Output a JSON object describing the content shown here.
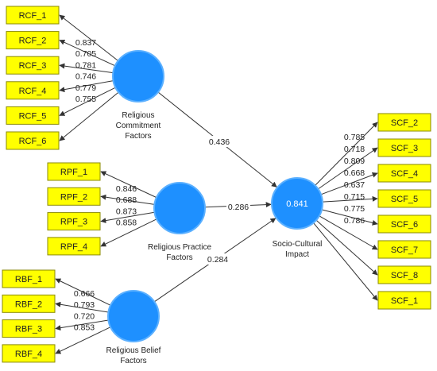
{
  "colors": {
    "indicator_fill": "#ffff00",
    "latent_fill": "#1e90ff",
    "line": "#333333"
  },
  "constructs": {
    "rcf": {
      "label_lines": [
        "Religious",
        "Commitment",
        "Factors"
      ],
      "value": "",
      "indicators": [
        "RCF_1",
        "RCF_2",
        "RCF_3",
        "RCF_4",
        "RCF_5",
        "RCF_6"
      ],
      "loadings": [
        "0.837",
        "0.705",
        "0.781",
        "0.746",
        "0.779",
        "0.755"
      ]
    },
    "rpf": {
      "label_lines": [
        "Religious Practice",
        "Factors"
      ],
      "value": "",
      "indicators": [
        "RPF_1",
        "RPF_2",
        "RPF_3",
        "RPF_4"
      ],
      "loadings": [
        "0.846",
        "0.688",
        "0.873",
        "0.858"
      ]
    },
    "rbf": {
      "label_lines": [
        "Religious Belief",
        "Factors"
      ],
      "value": "",
      "indicators": [
        "RBF_1",
        "RBF_2",
        "RBF_3",
        "RBF_4"
      ],
      "loadings": [
        "0.666",
        "0.793",
        "0.720",
        "0.853"
      ]
    },
    "sci": {
      "label_lines": [
        "Socio-Cultural",
        "Impact"
      ],
      "value": "0.841",
      "indicators": [
        "SCF_2",
        "SCF_3",
        "SCF_4",
        "SCF_5",
        "SCF_6",
        "SCF_7",
        "SCF_8",
        "SCF_1"
      ],
      "loadings": [
        "0.785",
        "0.718",
        "0.809",
        "0.668",
        "0.637",
        "0.715",
        "0.775",
        "0.786"
      ]
    }
  },
  "paths": [
    {
      "from": "rcf",
      "to": "sci",
      "coefficient": "0.436"
    },
    {
      "from": "rpf",
      "to": "sci",
      "coefficient": "0.286"
    },
    {
      "from": "rbf",
      "to": "sci",
      "coefficient": "0.284"
    }
  ]
}
